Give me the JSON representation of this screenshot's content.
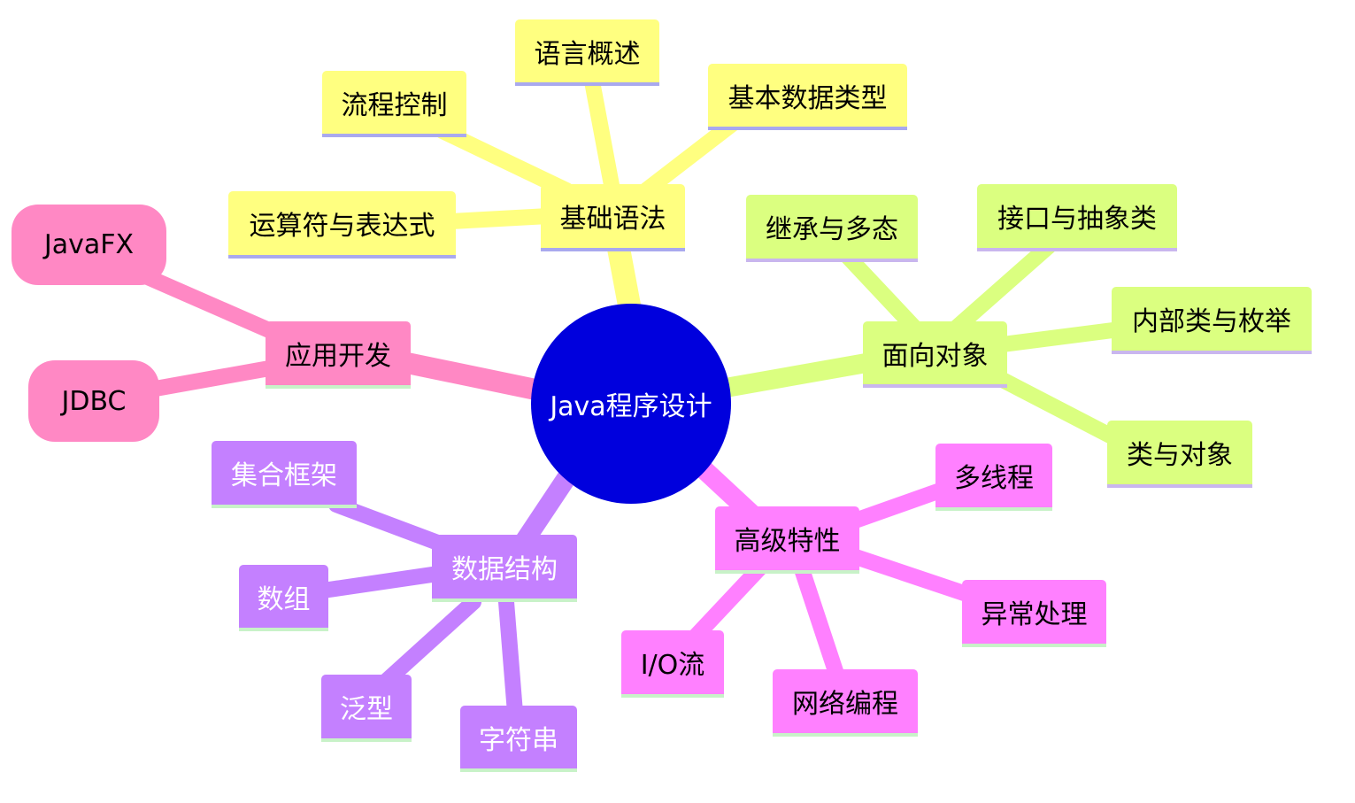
{
  "root": {
    "label": "Java程序设计",
    "color": "#0000dd"
  },
  "branches": {
    "basics": {
      "label": "基础语法",
      "color": "#ffff80",
      "children": [
        "语言概述",
        "基本数据类型",
        "流程控制",
        "运算符与表达式"
      ]
    },
    "oop": {
      "label": "面向对象",
      "color": "#dbff80",
      "children": [
        "继承与多态",
        "接口与抽象类",
        "内部类与枚举",
        "类与对象"
      ]
    },
    "advanced": {
      "label": "高级特性",
      "color": "#ff80ff",
      "children": [
        "多线程",
        "异常处理",
        "网络编程",
        "I/O流"
      ]
    },
    "datastruct": {
      "label": "数据结构",
      "color": "#c480ff",
      "children": [
        "集合框架",
        "数组",
        "泛型",
        "字符串"
      ]
    },
    "appdev": {
      "label": "应用开发",
      "color": "#ff88c4",
      "children": [
        "JavaFX",
        "JDBC"
      ]
    }
  }
}
